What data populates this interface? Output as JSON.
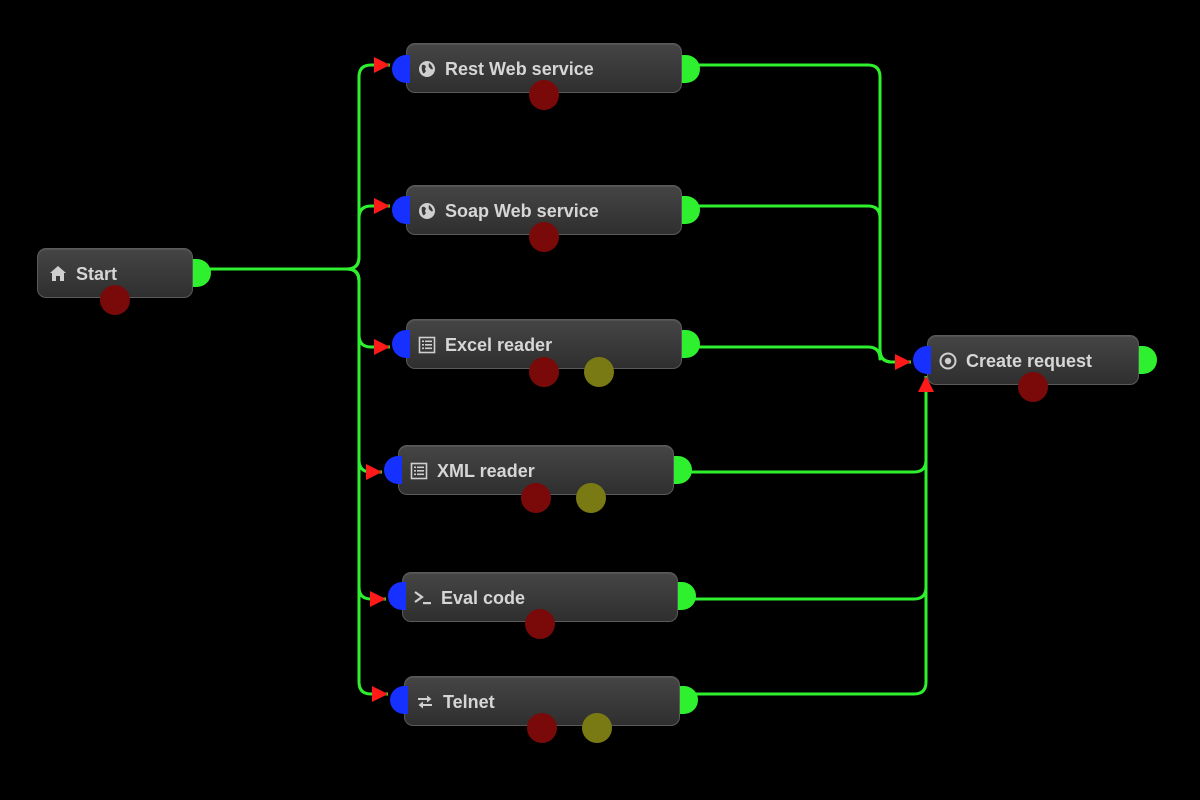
{
  "colors": {
    "background": "#000000",
    "edge": "#2ef02e",
    "arrow": "#ff1a1a",
    "in_port": "#1530ff",
    "out_port": "#2ef02e",
    "error_port": "#7a0a0a",
    "alt_port": "#7a7a14"
  },
  "nodes": {
    "start": {
      "label": "Start",
      "icon": "home-icon"
    },
    "rest": {
      "label": "Rest Web service",
      "icon": "globe-icon"
    },
    "soap": {
      "label": "Soap Web service",
      "icon": "globe-icon"
    },
    "excel": {
      "label": "Excel reader",
      "icon": "document-list-icon"
    },
    "xml": {
      "label": "XML reader",
      "icon": "document-list-icon"
    },
    "eval": {
      "label": "Eval code",
      "icon": "terminal-icon"
    },
    "telnet": {
      "label": "Telnet",
      "icon": "arrows-exchange-icon"
    },
    "create": {
      "label": "Create request",
      "icon": "radio-target-icon"
    }
  },
  "edges": [
    {
      "from": "start",
      "to": "rest"
    },
    {
      "from": "start",
      "to": "soap"
    },
    {
      "from": "start",
      "to": "excel"
    },
    {
      "from": "start",
      "to": "xml"
    },
    {
      "from": "start",
      "to": "eval"
    },
    {
      "from": "start",
      "to": "telnet"
    },
    {
      "from": "rest",
      "to": "create"
    },
    {
      "from": "soap",
      "to": "create"
    },
    {
      "from": "excel",
      "to": "create"
    },
    {
      "from": "xml",
      "to": "create"
    },
    {
      "from": "eval",
      "to": "create"
    },
    {
      "from": "telnet",
      "to": "create"
    }
  ]
}
